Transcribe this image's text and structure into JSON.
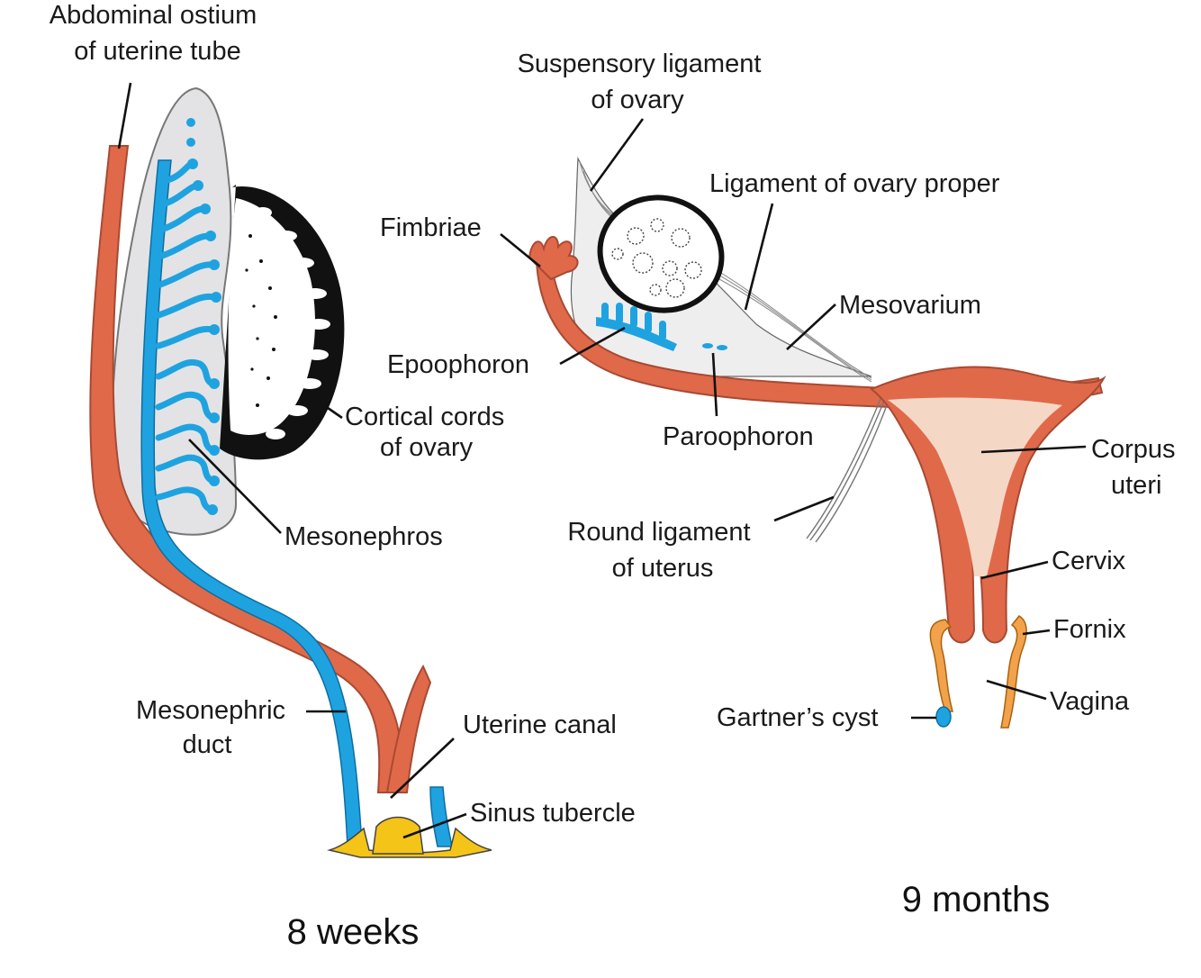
{
  "colors": {
    "duct_blue": "#1fa3e0",
    "tube_red": "#e0694a",
    "tube_red_dark": "#a84a33",
    "mesonephros_gray": "#e3e3e5",
    "ovary_black": "#111111",
    "uterus_light": "#f5d7c6",
    "vagina_orange": "#f2a24a",
    "sinus_yellow": "#f4c418"
  },
  "left_panel": {
    "caption": "8 weeks",
    "labels": {
      "abdominal_ostium": [
        "Abdominal ostium",
        "of uterine tube"
      ],
      "cortical_cords": [
        "Cortical cords",
        "of ovary"
      ],
      "mesonephros": "Mesonephros",
      "mesonephric_duct": [
        "Mesonephric",
        "duct"
      ],
      "uterine_canal": "Uterine canal",
      "sinus_tubercle": "Sinus tubercle"
    }
  },
  "right_panel": {
    "caption": "9 months",
    "labels": {
      "suspensory_ligament": [
        "Suspensory ligament",
        "of ovary"
      ],
      "ligament_ovary_proper": "Ligament of ovary proper",
      "fimbriae": "Fimbriae",
      "mesovarium": "Mesovarium",
      "epoophoron": "Epoophoron",
      "paroophoron": "Paroophoron",
      "corpus_uteri": [
        "Corpus",
        "uteri"
      ],
      "round_ligament": [
        "Round ligament",
        "of uterus"
      ],
      "cervix": "Cervix",
      "fornix": "Fornix",
      "vagina": "Vagina",
      "gartners_cyst": "Gartner’s cyst"
    }
  }
}
